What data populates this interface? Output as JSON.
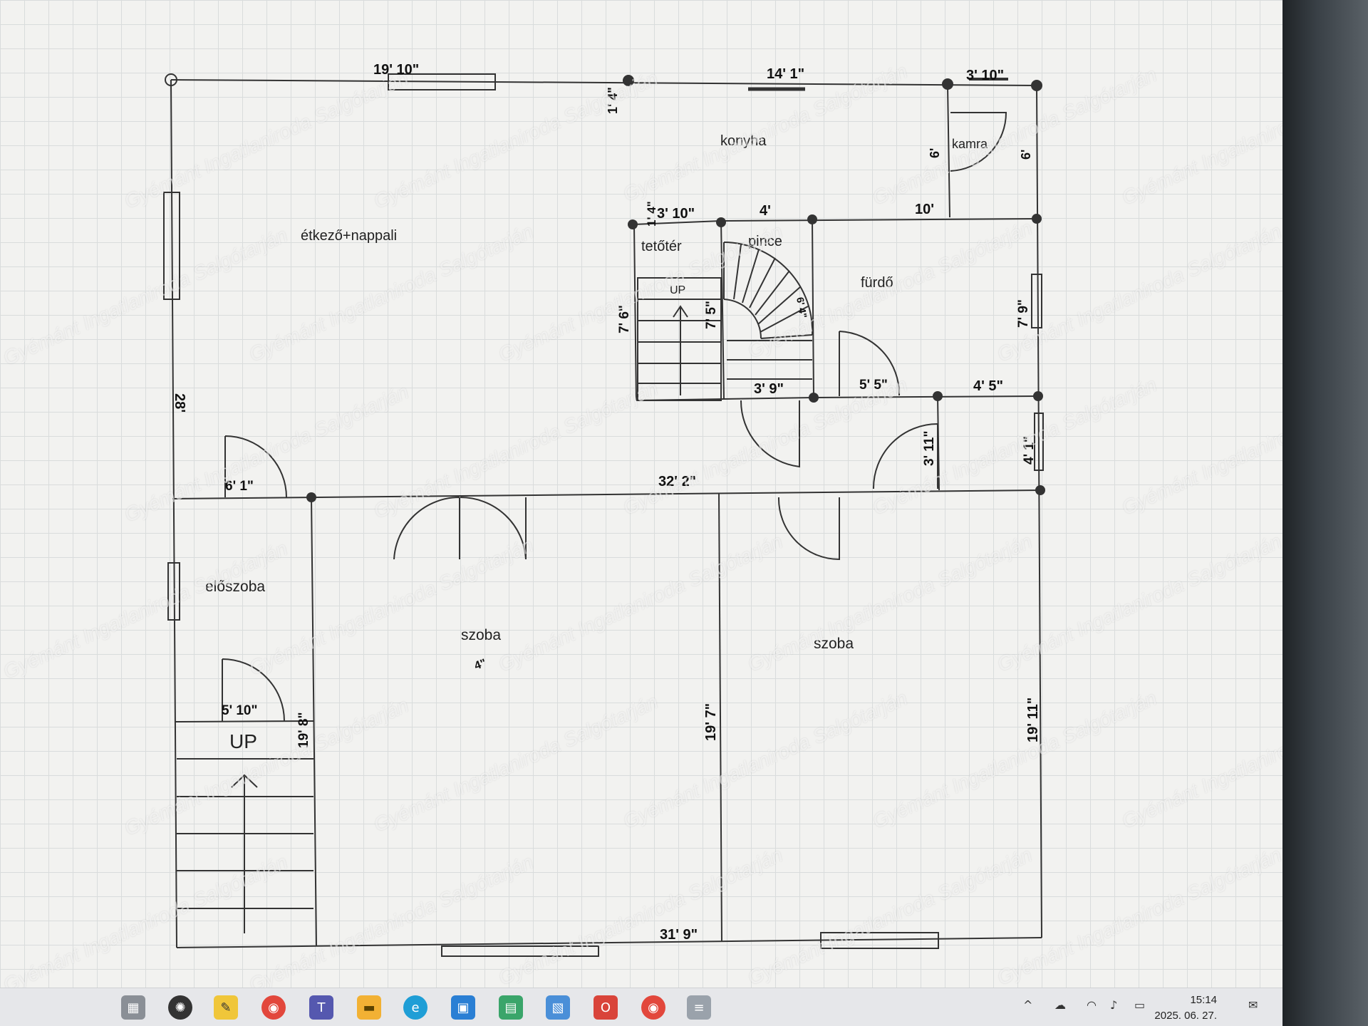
{
  "rooms": {
    "dining_living": "étkező+nappali",
    "kitchen": "konyha",
    "pantry": "kamra",
    "attic": "tetőtér",
    "cellar": "pince",
    "bathroom": "fürdő",
    "hall": "előszoba",
    "room_left": "szoba",
    "room_right": "szoba"
  },
  "stairs": {
    "upper_up": "UP",
    "lower_up": "UP"
  },
  "dimensions": {
    "top_left": "19' 10\"",
    "top_mid": "14' 1\"",
    "top_right": "3' 10\"",
    "kitchen_step": "1' 4\"",
    "pantry_left": "6'",
    "pantry_right": "6'",
    "stair_step": "1' 4\"",
    "attic_width": "3' 10\"",
    "cellar_width": "4'",
    "bath_top": "10'",
    "bath_side": "7' 9\"",
    "attic_height": "7' 6\"",
    "stair_height": "7' 5\"",
    "spiral": "6' 4\"",
    "cellar_bottom": "3' 9\"",
    "bath_door": "5' 5\"",
    "bath_bottom": "4' 5\"",
    "left_wall": "28'",
    "entry_door": "6' 1\"",
    "corridor": "32' 2\"",
    "small_hall": "3' 11\"",
    "right_small": "4' 1\"",
    "room_note": "4\"",
    "hall_bottom": "5' 10\"",
    "hall_side": "19' 8\"",
    "room_mid": "19' 7\"",
    "room_right": "19' 11\"",
    "bottom": "31' 9\""
  },
  "watermark": "Gyémánt Ingatlaniroda Salgótarján",
  "taskbar": {
    "apps": [
      "widgets-icon",
      "chatgpt-icon",
      "notes-icon",
      "chrome-icon",
      "teams-icon",
      "file-explorer-icon",
      "edge-icon",
      "store-icon",
      "gallery-icon",
      "photos-icon",
      "office-icon",
      "chrome-profile-icon",
      "notepad-icon"
    ],
    "time": "15:14",
    "date": "2025. 06. 27."
  }
}
